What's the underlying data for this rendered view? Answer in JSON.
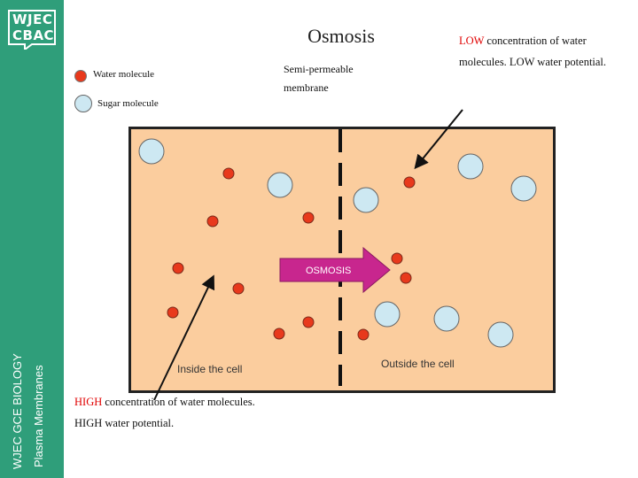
{
  "title": "Osmosis",
  "logo": {
    "line1": "WJEC",
    "line2": "CBAC"
  },
  "sidebar": {
    "course": "WJEC GCE BIOLOGY",
    "topic": "Plasma Membranes"
  },
  "legend": {
    "water": {
      "label": "Water molecule",
      "color": "#e8391c"
    },
    "sugar": {
      "label": "Sugar molecule",
      "color": "#cde8f2"
    }
  },
  "membrane_label": {
    "line1": "Semi-permeable",
    "line2": "membrane"
  },
  "low_label": {
    "highlight": "LOW",
    "rest": " concentration of water molecules. LOW water potential."
  },
  "high_label": {
    "highlight": "HIGH",
    "rest": " concentration of water molecules. HIGH water potential."
  },
  "inside_label": "Inside the cell",
  "outside_label": "Outside the cell",
  "osmosis_arrow": {
    "label": "OSMOSIS",
    "color": "#c8268e"
  },
  "colors": {
    "panel": "#fbcd9e",
    "sidebar": "#2f9e7a",
    "water": "#e8391c",
    "sugar": "#cde8f2"
  }
}
